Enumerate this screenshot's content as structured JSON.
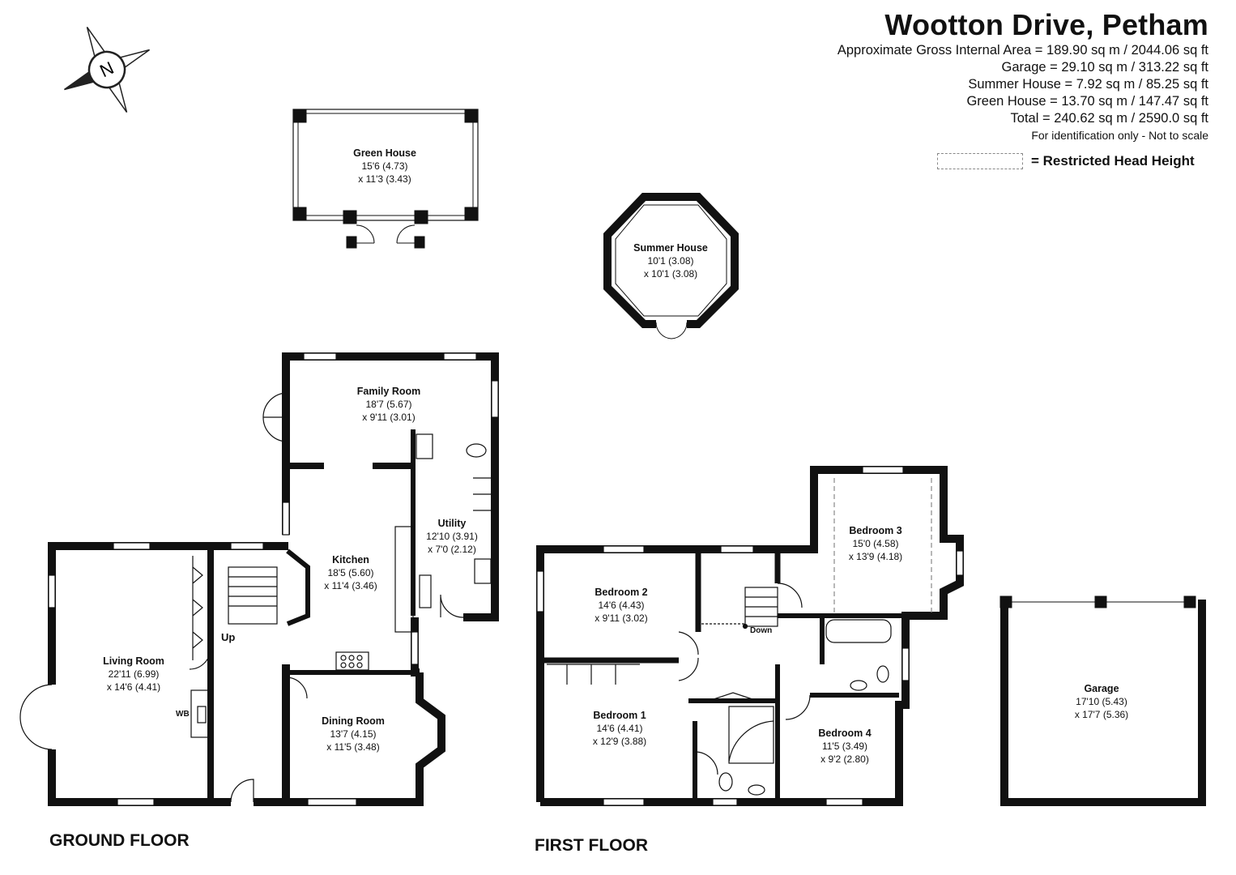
{
  "title": "Wootton Drive, Petham",
  "areas": [
    "Approximate Gross Internal Area = 189.90 sq m / 2044.06 sq ft",
    "Garage = 29.10 sq m / 313.22 sq ft",
    "Summer House = 7.92 sq m / 85.25 sq ft",
    "Green House = 13.70 sq m / 147.47 sq ft",
    "Total = 240.62 sq m / 2590.0 sq ft"
  ],
  "note": "For identification only - Not to scale",
  "legend": {
    "label": "= Restricted Head Height"
  },
  "compass": {
    "letter": "N",
    "icon": "compass-rose-icon"
  },
  "floors": {
    "ground": "GROUND FLOOR",
    "first": "FIRST FLOOR"
  },
  "rooms": {
    "green_house": {
      "name": "Green House",
      "dim1": "15'6 (4.73)",
      "dim2": "x 11'3 (3.43)"
    },
    "summer_house": {
      "name": "Summer House",
      "dim1": "10'1 (3.08)",
      "dim2": "x 10'1 (3.08)"
    },
    "family_room": {
      "name": "Family Room",
      "dim1": "18'7 (5.67)",
      "dim2": "x 9'11 (3.01)"
    },
    "kitchen": {
      "name": "Kitchen",
      "dim1": "18'5 (5.60)",
      "dim2": "x 11'4 (3.46)"
    },
    "utility": {
      "name": "Utility",
      "dim1": "12'10 (3.91)",
      "dim2": "x 7'0 (2.12)"
    },
    "living_room": {
      "name": "Living Room",
      "dim1": "22'11 (6.99)",
      "dim2": "x 14'6 (4.41)"
    },
    "dining_room": {
      "name": "Dining Room",
      "dim1": "13'7 (4.15)",
      "dim2": "x 11'5 (3.48)"
    },
    "bedroom1": {
      "name": "Bedroom 1",
      "dim1": "14'6 (4.41)",
      "dim2": "x 12'9 (3.88)"
    },
    "bedroom2": {
      "name": "Bedroom 2",
      "dim1": "14'6 (4.43)",
      "dim2": "x 9'11 (3.02)"
    },
    "bedroom3": {
      "name": "Bedroom 3",
      "dim1": "15'0 (4.58)",
      "dim2": "x 13'9 (4.18)"
    },
    "bedroom4": {
      "name": "Bedroom 4",
      "dim1": "11'5 (3.49)",
      "dim2": "x 9'2 (2.80)"
    },
    "garage": {
      "name": "Garage",
      "dim1": "17'10 (5.43)",
      "dim2": "x 17'7 (5.36)"
    }
  },
  "labels": {
    "up": "Up",
    "down": "Down",
    "wb": "WB"
  }
}
